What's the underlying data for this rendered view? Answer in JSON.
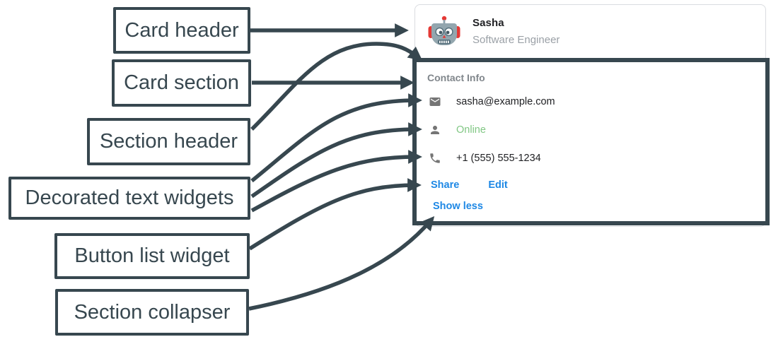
{
  "diagram": {
    "labels": [
      {
        "text": "Card header"
      },
      {
        "text": "Card section"
      },
      {
        "text": "Section header"
      },
      {
        "text": "Decorated text widgets"
      },
      {
        "text": "Button list widget"
      },
      {
        "text": "Section collapser"
      }
    ]
  },
  "card": {
    "header": {
      "name": "Sasha",
      "subtitle": "Software Engineer",
      "avatar_icon": "robot-avatar"
    },
    "section": {
      "title": "Contact Info",
      "items": [
        {
          "icon": "email-icon",
          "text": "sasha@example.com"
        },
        {
          "icon": "person-icon",
          "text": "Online",
          "status_color": "#81C784"
        },
        {
          "icon": "phone-icon",
          "text": "+1 (555) 555-1234"
        }
      ],
      "buttons": [
        {
          "label": "Share"
        },
        {
          "label": "Edit"
        }
      ],
      "collapser_label": "Show less"
    }
  },
  "colors": {
    "arrow_dark_slate": "#37474F",
    "link_blue": "#1E88E5",
    "online_green": "#81C784",
    "muted_gray": "#80868B",
    "text_dark": "#202124",
    "icon_gray": "#757575",
    "card_border": "#DADCE0"
  }
}
